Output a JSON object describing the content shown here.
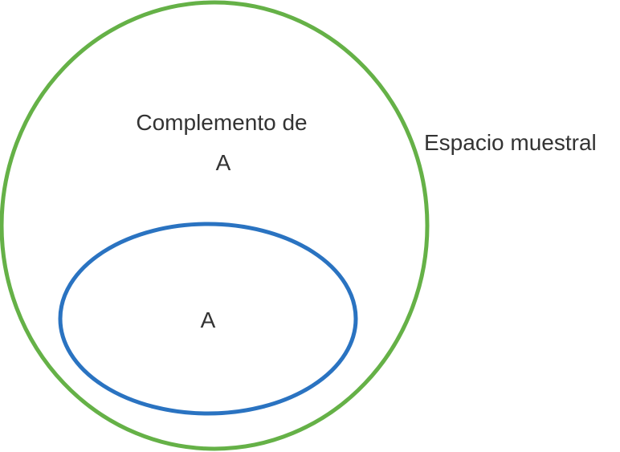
{
  "diagram": {
    "sample_space": {
      "label": "Espacio muestral",
      "color": "#65b147"
    },
    "complement": {
      "label_line1": "Complemento de",
      "label_line2": "A"
    },
    "event": {
      "label": "A",
      "color": "#2a73c1"
    },
    "text_color": "#333333"
  }
}
